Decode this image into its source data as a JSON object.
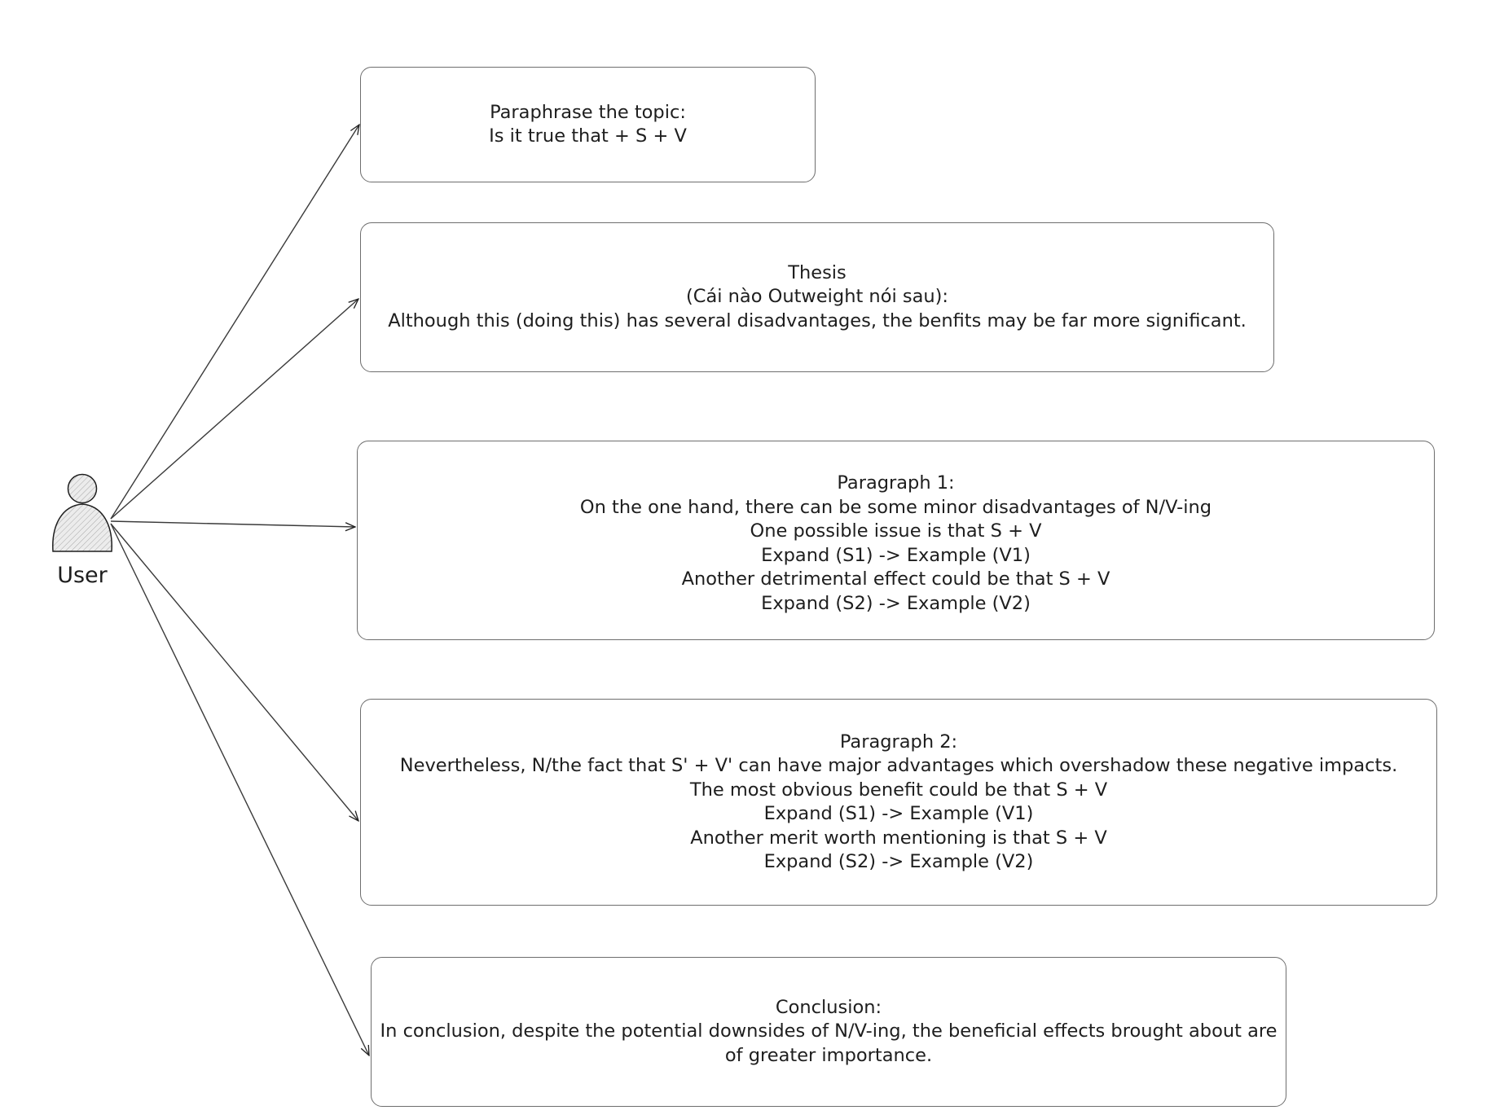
{
  "actor": {
    "label": "User"
  },
  "boxes": {
    "topic": {
      "lines": [
        "Paraphrase the topic:",
        "Is it true that + S + V"
      ]
    },
    "thesis": {
      "lines": [
        "Thesis",
        "(Cái nào Outweight nói sau):",
        "Although this (doing this) has several disadvantages, the benfits may be far more significant."
      ]
    },
    "para1": {
      "lines": [
        "Paragraph 1:",
        "On the one hand, there can be some minor disadvantages of N/V-ing",
        "One possible issue is that S + V",
        "Expand (S1) -> Example (V1)",
        "Another detrimental effect could be that S + V",
        "Expand (S2) -> Example (V2)"
      ]
    },
    "para2": {
      "lines": [
        "Paragraph 2:",
        "Nevertheless, N/the fact that S' + V' can have major advantages which overshadow these negative impacts.",
        "The most obvious benefit could be that S + V",
        "Expand (S1) -> Example (V1)",
        "Another merit worth mentioning is that S + V",
        "Expand (S2) -> Example (V2)"
      ]
    },
    "conclusion": {
      "lines": [
        "Conclusion:",
        "In conclusion, despite the potential downsides of N/V-ing, the beneficial effects brought about are of greater importance."
      ]
    }
  },
  "colors": {
    "stroke": "#1e1e1e",
    "box_border": "#6e6e6e",
    "actor_fill": "#d9d9d9",
    "background": "#ffffff"
  }
}
